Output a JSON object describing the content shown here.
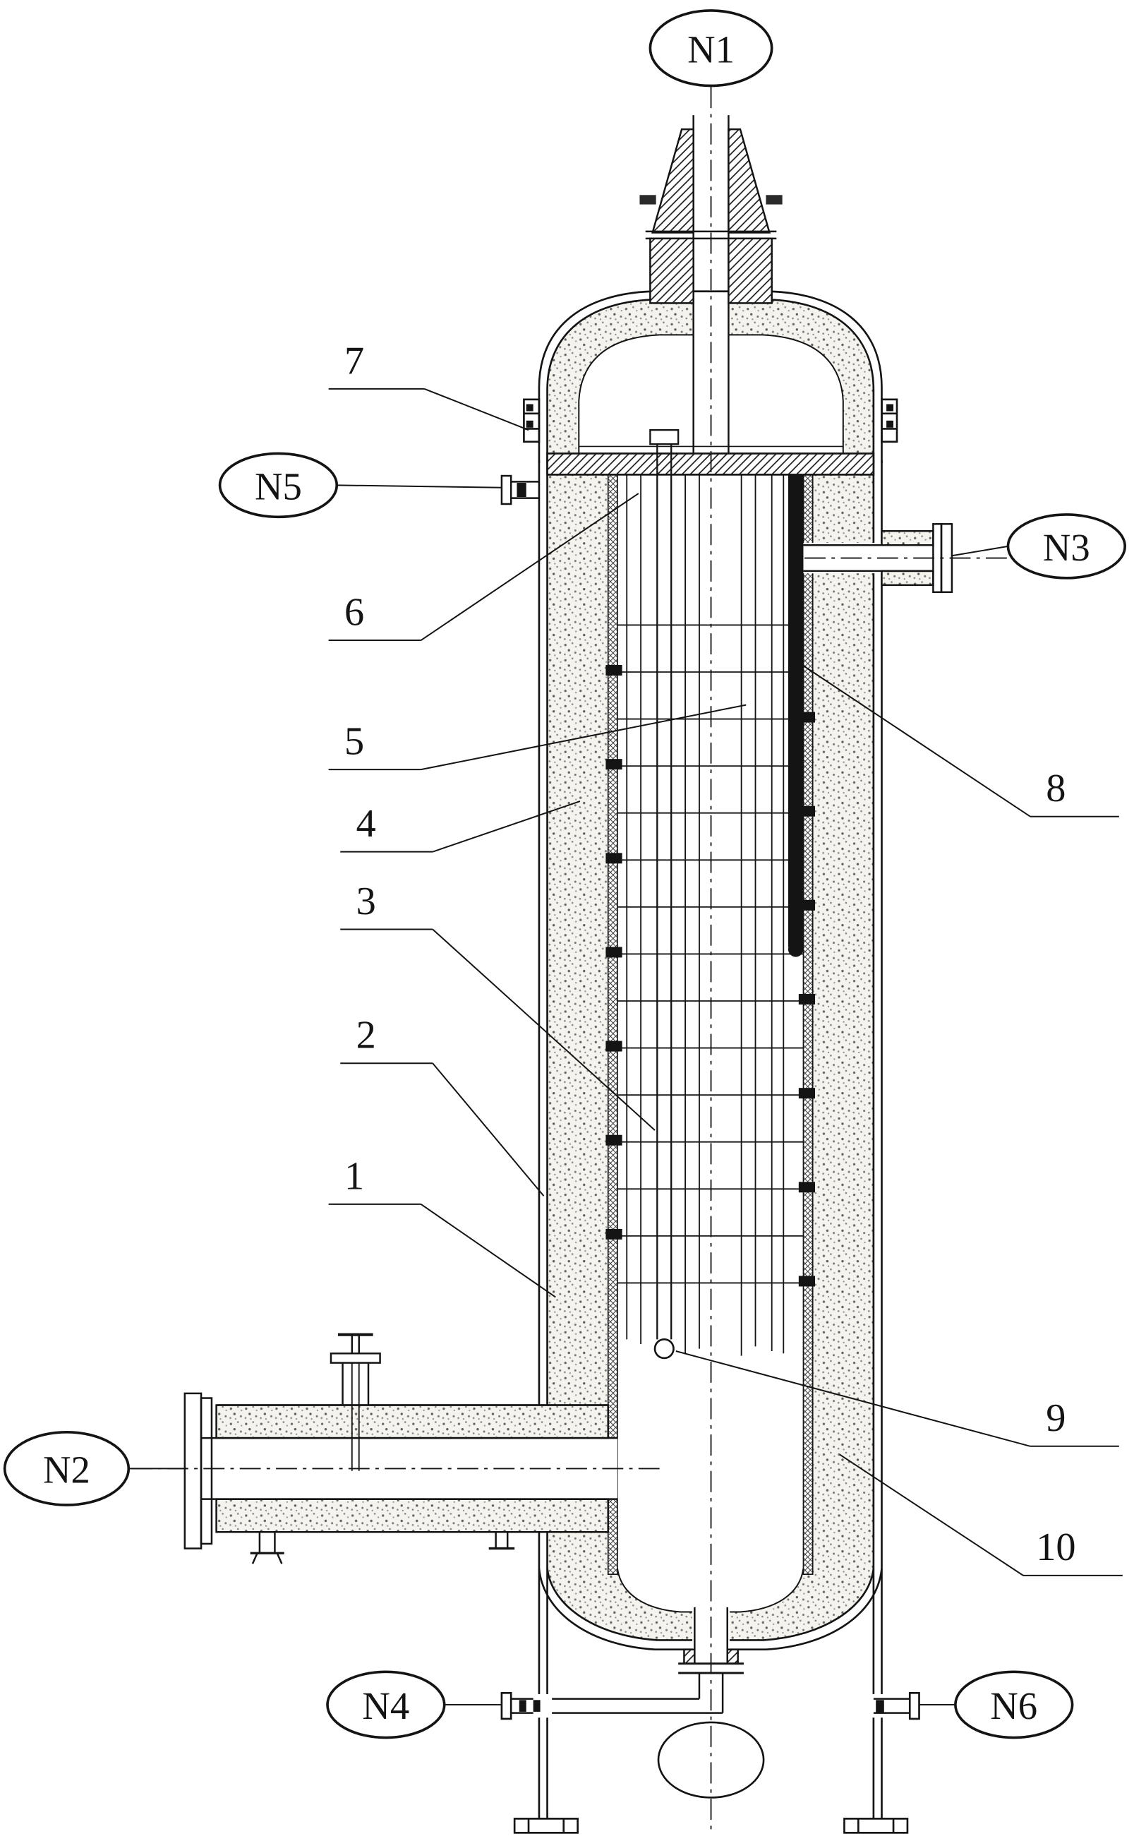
{
  "colors": {
    "ink": "#141414",
    "paper": "#ffffff"
  },
  "callouts": {
    "n1": "N1",
    "n2": "N2",
    "n3": "N3",
    "n4": "N4",
    "n5": "N5",
    "n6": "N6"
  },
  "parts": {
    "p1": "1",
    "p2": "2",
    "p3": "3",
    "p4": "4",
    "p5": "5",
    "p6": "6",
    "p7": "7",
    "p8": "8",
    "p9": "9",
    "p10": "10"
  }
}
